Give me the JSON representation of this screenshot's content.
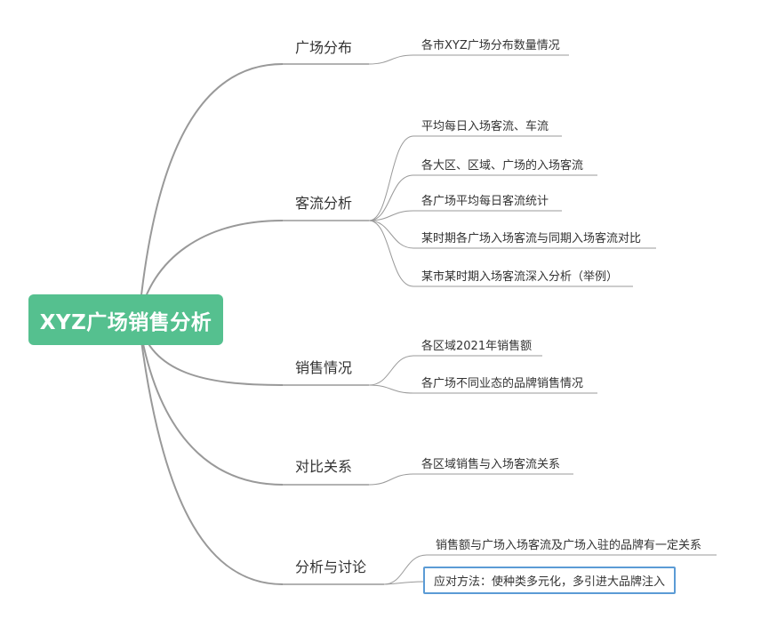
{
  "root": {
    "label": "XYZ广场销售分析"
  },
  "branches": [
    {
      "label": "广场分布",
      "children": [
        "各市XYZ广场分布数量情况"
      ]
    },
    {
      "label": "客流分析",
      "children": [
        "平均每日入场客流、车流",
        "各大区、区域、广场的入场客流",
        "各广场平均每日客流统计",
        "某时期各广场入场客流与同期入场客流对比",
        "某市某时期入场客流深入分析（举例）"
      ]
    },
    {
      "label": "销售情况",
      "children": [
        "各区域2021年销售额",
        "各广场不同业态的品牌销售情况"
      ]
    },
    {
      "label": "对比关系",
      "children": [
        "各区域销售与入场客流关系"
      ]
    },
    {
      "label": "分析与讨论",
      "children": [
        "销售额与广场入场客流及广场入驻的品牌有一定关系",
        "应对方法：使种类多元化，多引进大品牌注入"
      ]
    }
  ],
  "colors": {
    "root_fill": "#55c08f",
    "line": "#999999",
    "selection": "#5b9bd5"
  }
}
